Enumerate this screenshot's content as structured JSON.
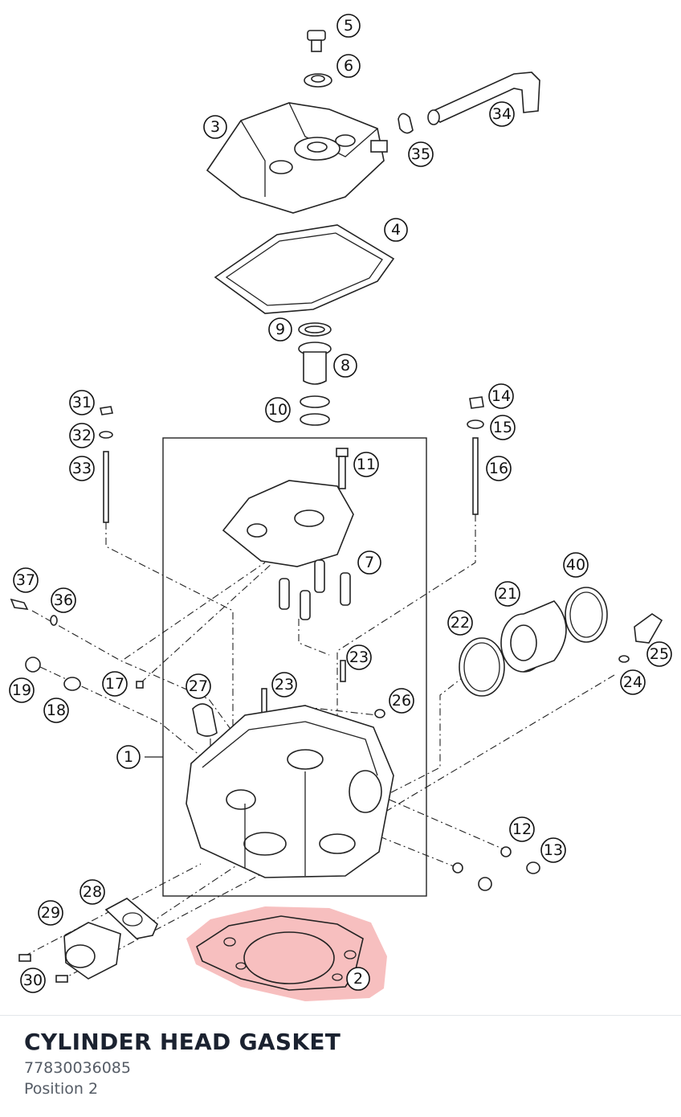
{
  "diagram": {
    "highlight_color": "#f08a8a",
    "selected_callout": "2",
    "callouts": [
      "1",
      "2",
      "3",
      "4",
      "5",
      "6",
      "7",
      "8",
      "9",
      "10",
      "11",
      "12",
      "13",
      "14",
      "15",
      "16",
      "17",
      "18",
      "19",
      "21",
      "22",
      "23",
      "24",
      "25",
      "26",
      "27",
      "28",
      "29",
      "30",
      "31",
      "32",
      "33",
      "34",
      "35",
      "36",
      "37",
      "40"
    ]
  },
  "part_info": {
    "title": "CYLINDER HEAD GASKET",
    "part_number": "77830036085",
    "position_label": "Position 2"
  }
}
